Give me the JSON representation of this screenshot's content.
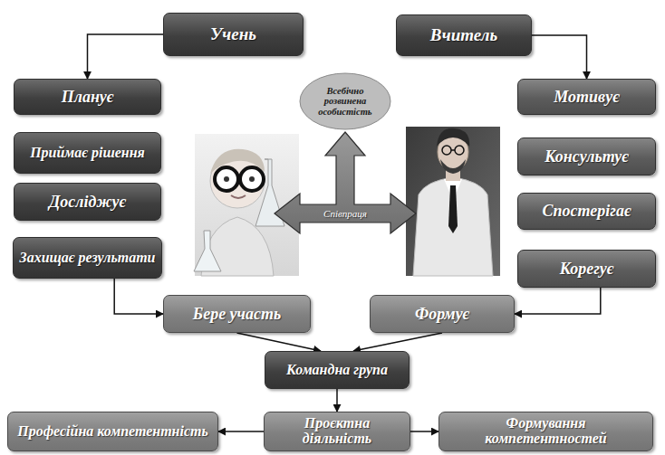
{
  "diagram": {
    "nodes": [
      {
        "text": [
          "Учень"
        ]
      },
      {
        "text": [
          "Вчитель"
        ]
      },
      {
        "text": [
          "Всебічно розвинена особистість"
        ]
      },
      {
        "text": [
          "Планує"
        ]
      },
      {
        "text": [
          "Мотивує"
        ]
      },
      {
        "text": [
          "Приймає рішення"
        ]
      },
      {
        "text": [
          "Консультує"
        ]
      },
      {
        "text": [
          "Досліджує"
        ]
      },
      {
        "text": [
          "Спостерігає"
        ]
      },
      {
        "text": [
          "Захищає результати"
        ]
      },
      {
        "text": [
          "Корегує"
        ]
      },
      {
        "text": [
          "Бере участь"
        ]
      },
      {
        "text": [
          "Формує"
        ]
      },
      {
        "text": [
          "Командна група"
        ]
      },
      {
        "text": [
          "Професійна компетентність"
        ]
      },
      {
        "text": [
          "Проєктна діяльність"
        ]
      },
      {
        "text": [
          "Формування компетентностей"
        ]
      }
    ],
    "edges": [
      {
        "from": 0,
        "to": 3,
        "arrow": "to"
      },
      {
        "from": 1,
        "to": 4,
        "arrow": "to"
      },
      {
        "from": 9,
        "to": 11,
        "arrow": "to"
      },
      {
        "from": 10,
        "to": 12,
        "arrow": "to"
      },
      {
        "from": 11,
        "to": 13,
        "arrow": "to"
      },
      {
        "from": 12,
        "to": 13,
        "arrow": "to"
      },
      {
        "from": 13,
        "to": 15,
        "arrow": "to"
      },
      {
        "from": 15,
        "to": 14,
        "arrow": "to"
      },
      {
        "from": 15,
        "to": 16,
        "arrow": "to"
      }
    ],
    "labels": [
      "Співпраця"
    ]
  }
}
